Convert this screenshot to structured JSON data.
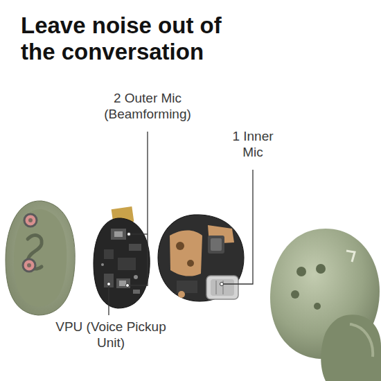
{
  "diagram": {
    "title": "Leave noise out of the conversation",
    "labels": [
      "2 Outer Mic (Beamforming)",
      "1 Inner Mic",
      "VPU (Voice Pickup Unit)"
    ]
  }
}
